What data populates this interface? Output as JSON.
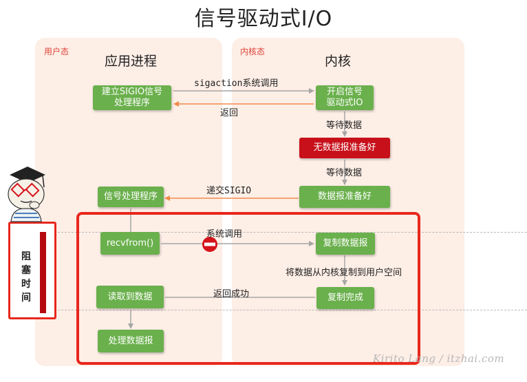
{
  "title": "信号驱动式I/O",
  "panels": {
    "user_tag": "用户态",
    "kernel_tag": "内核态",
    "user_heading": "应用进程",
    "kernel_heading": "内核"
  },
  "boxes": {
    "setup_handler": "建立SIGIO信号\n处理程序",
    "enable_sigio": "开启信号\n驱动式IO",
    "no_datagram": "无数据报准备好",
    "datagram_ready": "数据报准备好",
    "signal_handler": "信号处理程序",
    "recvfrom": "recvfrom()",
    "copy_datagram": "复制数据报",
    "read_data": "读取到数据",
    "copy_done": "复制完成",
    "process_datagram": "处理数据报"
  },
  "labels": {
    "sigaction_call": "sigaction系统调用",
    "return": "返回",
    "wait_data_1": "等待数据",
    "wait_data_2": "等待数据",
    "deliver_sigio": "递交SIGIO",
    "syscall": "系统调用",
    "copy_to_user": "将数据从内核复制到用户空间",
    "return_success": "返回成功"
  },
  "blocking": {
    "label": "阻塞时间"
  },
  "watermark": "Kirito Lang / itzhai.com",
  "colors": {
    "box_green": "#6ab04c",
    "box_red": "#c8101a",
    "panel_bg": "#fdeee6",
    "frame_red": "#e8271c",
    "arrow_orange": "#f08a4b",
    "arrow_grey": "#a6a6a6"
  }
}
